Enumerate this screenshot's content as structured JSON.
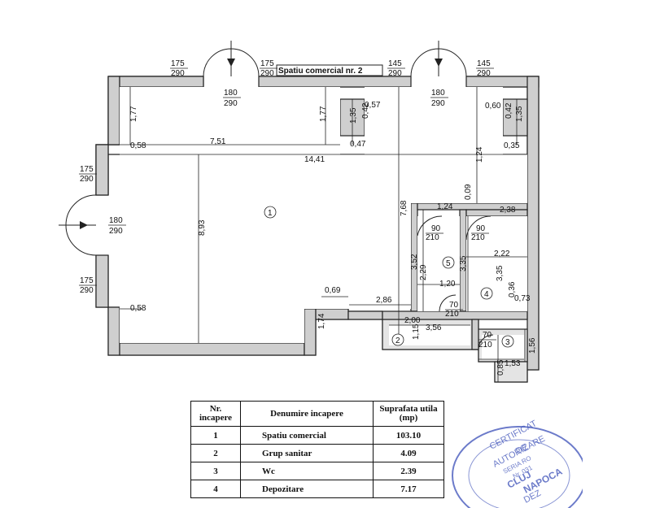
{
  "title": "Spatiu comercial nr. 2",
  "dims": {
    "w175_290_a": [
      "175",
      "290"
    ],
    "w175_290_b": [
      "175",
      "290"
    ],
    "w145_290_a": [
      "145",
      "290"
    ],
    "w145_290_b": [
      "145",
      "290"
    ],
    "d180_290_a": [
      "180",
      "290"
    ],
    "d180_290_b": [
      "180",
      "290"
    ],
    "d180_290_c": [
      "180",
      "290"
    ],
    "l175_290_a": [
      "175",
      "290"
    ],
    "l175_290_b": [
      "175",
      "290"
    ],
    "d90_210_a": [
      "90",
      "210"
    ],
    "d90_210_b": [
      "90",
      "210"
    ],
    "d70_210_a": [
      "70",
      "210"
    ],
    "d70_210_b": [
      "70",
      "210"
    ],
    "v1_77_a": "1,77",
    "v1_77_b": "1,77",
    "v1_35_a": "1,35",
    "v0_42_a": "0,42",
    "h0_57": "0,57",
    "h0_60": "0,60",
    "v0_42_b": "0,42",
    "v1_35_b": "1,35",
    "h0_58_a": "0,58",
    "h7_51": "7,51",
    "h0_47": "0,47",
    "v1_24": "1,24",
    "h0_35": "0,35",
    "h14_41": "14,41",
    "v7_68": "7,68",
    "v8_93": "8,93",
    "h1_24": "1,24",
    "v0_09": "0,09",
    "h2_38": "2,38",
    "v3_52": "3,52",
    "v2_29": "2,29",
    "v3_35_a": "3,35",
    "h2_22": "2,22",
    "h1_20": "1,20",
    "v3_35_b": "3,35",
    "v0_36": "0,36",
    "h0_73": "0,73",
    "h0_69": "0,69",
    "h2_86": "2,86",
    "h0_58_b": "0,58",
    "v1_74": "1,74",
    "h2_00": "2,00",
    "v1_15": "1,15",
    "h3_56": "3,56",
    "v0_85": "0,85",
    "h1_53": "1,53",
    "v1_56": "1,56"
  },
  "room_markers": [
    "1",
    "2",
    "3",
    "4",
    "5"
  ],
  "table": {
    "headers": [
      "Nr. incapere",
      "Denumire incapere",
      "Suprafata utila (mp)"
    ],
    "rows": [
      {
        "nr": "1",
        "name": "Spatiu comercial",
        "area": "103.10"
      },
      {
        "nr": "2",
        "name": "Grup sanitar",
        "area": "4.09"
      },
      {
        "nr": "3",
        "name": "Wc",
        "area": "2.39"
      },
      {
        "nr": "4",
        "name": "Depozitare",
        "area": "7.17"
      }
    ]
  },
  "stamp": {
    "lines": [
      "CERTIFICAT",
      "DE",
      "AUTORIZARE",
      "SERIA RO",
      "Nr. 031",
      "CLUJ",
      "NAPOCA",
      "DEZ"
    ]
  }
}
